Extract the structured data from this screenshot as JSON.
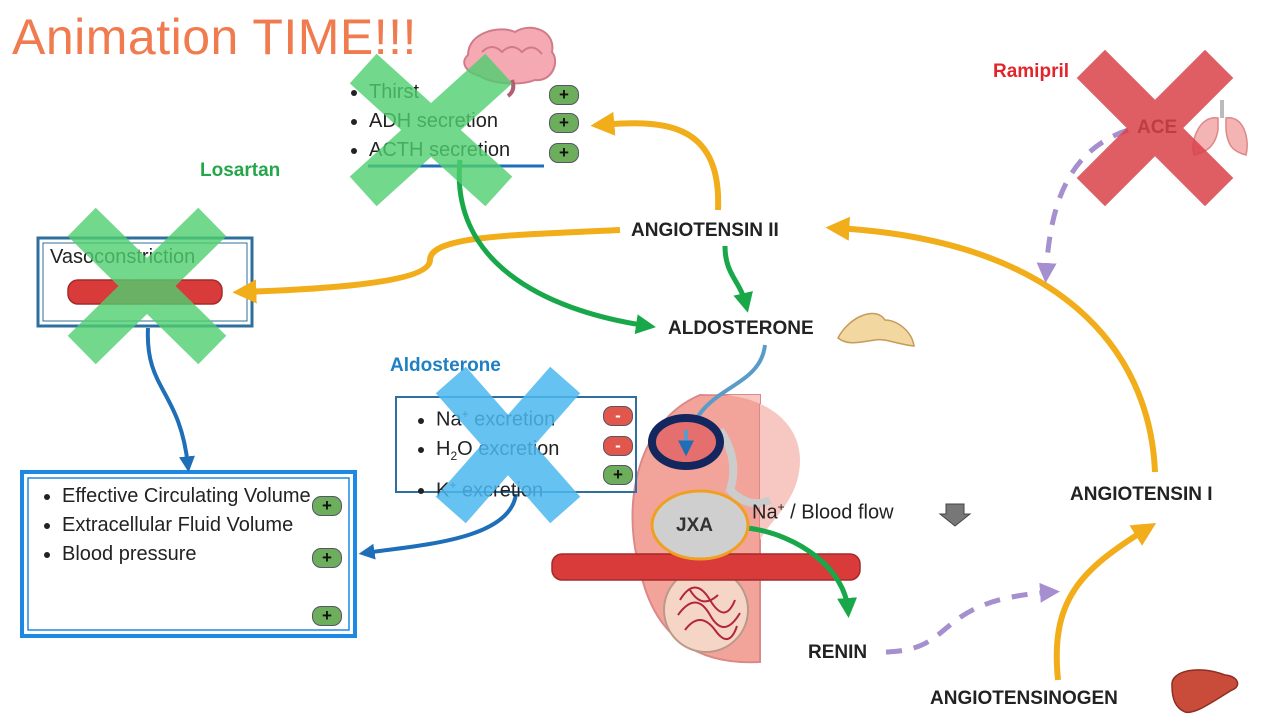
{
  "title": "Animation TIME!!!",
  "drugs": {
    "ramipril": {
      "label": "Ramipril",
      "color": "#e0262b"
    },
    "losartan": {
      "label": "Losartan",
      "color": "#25a64a"
    },
    "aldosterone_blocker": {
      "label": "Aldosterone",
      "color": "#1f7fc4"
    }
  },
  "nodes": {
    "angiotensin_ii": "ANGIOTENSIN II",
    "aldosterone": "ALDOSTERONE",
    "angiotensin_i": "ANGIOTENSIN I",
    "angiotensinogen": "ANGIOTENSINOGEN",
    "renin": "RENIN",
    "jxa": "JXA",
    "ace": "ACE"
  },
  "brain_effects": {
    "items": [
      "Thirst",
      "ADH secretion",
      "ACTH secretion"
    ],
    "signs": [
      "+",
      "+",
      "+"
    ]
  },
  "vaso": {
    "label": "Vasoconstriction"
  },
  "kidney_effects": {
    "items": [
      {
        "pre": "Na",
        "sup": "+",
        "post": " excretion"
      },
      {
        "pre": "H",
        "sub": "2",
        "post": "O excretion"
      },
      {
        "pre": "K",
        "sup": "+",
        "post": " excretion"
      }
    ],
    "signs": [
      "-",
      "-",
      "+"
    ]
  },
  "volume_effects": {
    "items": [
      "Effective Circulating Volume",
      "Extracellular Fluid Volume",
      "Blood pressure"
    ],
    "signs": [
      "+",
      "+",
      "+"
    ]
  },
  "na_flow": {
    "pre": "Na",
    "sup": "+",
    "post": " / Blood flow"
  },
  "colors": {
    "title": "#f07b4f",
    "arrow_orange": "#f2ad1b",
    "arrow_green": "#18a84a",
    "arrow_blue": "#1f6fb8",
    "arrow_dashed": "#a58fcf",
    "cross_red": "#d9424a",
    "cross_green": "#5fcf7a",
    "cross_blue": "#4cb8ef"
  }
}
